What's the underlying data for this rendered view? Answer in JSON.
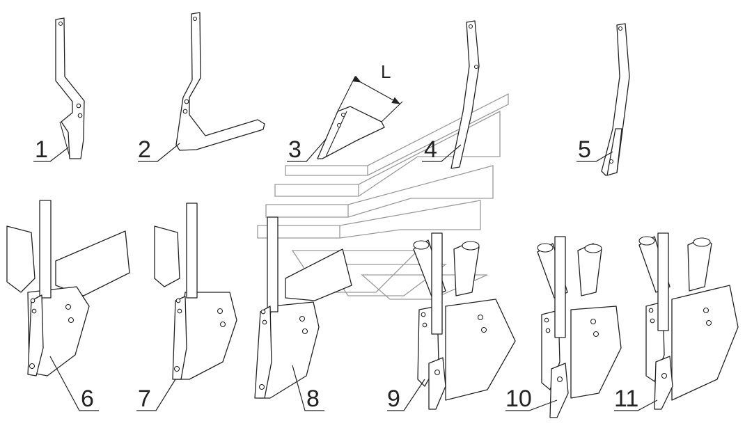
{
  "diagram": {
    "dimension_label": "L",
    "parts": [
      {
        "label": "1"
      },
      {
        "label": "2"
      },
      {
        "label": "3"
      },
      {
        "label": "4"
      },
      {
        "label": "5"
      },
      {
        "label": "6"
      },
      {
        "label": "7"
      },
      {
        "label": "8"
      },
      {
        "label": "9"
      },
      {
        "label": "10"
      },
      {
        "label": "11"
      }
    ]
  }
}
